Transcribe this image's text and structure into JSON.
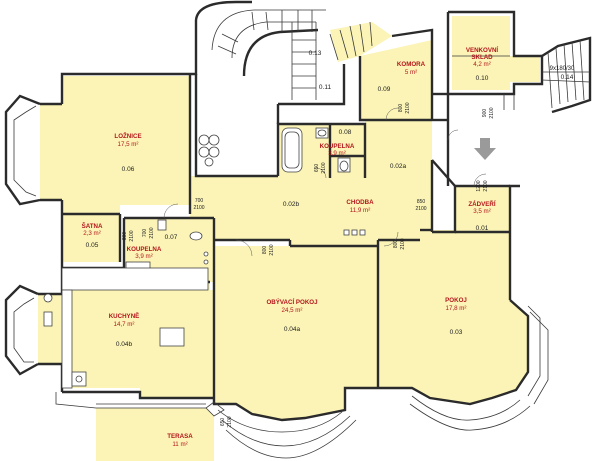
{
  "rooms": {
    "loznice": {
      "name": "LOŽNICE",
      "area": "17,5 m²",
      "code": "0.06"
    },
    "satna": {
      "name": "ŠATNA",
      "area": "2,3 m²",
      "code": "0.05"
    },
    "koupelna_small": {
      "name": "KOUPELNA",
      "area": "3,9 m²",
      "code": "0.07"
    },
    "koupelna_upper": {
      "name": "KOUPELNA",
      "area": "3,9 m²",
      "code": "0.08"
    },
    "komora": {
      "name": "KOMORA",
      "area": "5 m²",
      "code": "0.09"
    },
    "venkovni_sklad": {
      "name": "VENKOVNÍ SKLAD",
      "area": "4,2 m²",
      "code": "0.10"
    },
    "chodba": {
      "name": "CHODBA",
      "area": "11,9 m²",
      "code": "0.02a",
      "code2": "0.02b"
    },
    "zadveri": {
      "name": "ZÁDVEŘÍ",
      "area": "3,5 m²",
      "code": "0.01"
    },
    "kuchyne": {
      "name": "KUCHYNĚ",
      "area": "14,7 m²",
      "code": "0.04b"
    },
    "obyvaci_pokoj": {
      "name": "OBÝVACÍ POKOJ",
      "area": "24,5 m²",
      "code": "0.04a"
    },
    "pokoj": {
      "name": "POKOJ",
      "area": "17,8 m²",
      "code": "0.03"
    },
    "terasa": {
      "name": "TERASA",
      "area": "11 m²"
    }
  },
  "codes": {
    "stair": "0.11",
    "stair_landing": "0.13",
    "entry_steps": "0.14"
  },
  "stair_note": "9x180/30",
  "doors": [
    {
      "w": "900",
      "h": "2100"
    },
    {
      "w": "800",
      "h": "2100"
    },
    {
      "w": "700",
      "h": "2100"
    },
    {
      "w": "650",
      "h": "2100"
    },
    {
      "w": "850",
      "h": "2100"
    },
    {
      "w": "1200",
      "h": "2100"
    },
    {
      "w": "700",
      "h": "2100"
    },
    {
      "w": "800",
      "h": "2100"
    },
    {
      "w": "800",
      "h": "2100"
    },
    {
      "w": "800",
      "h": "2100"
    },
    {
      "w": "650",
      "h": "2100"
    }
  ],
  "colors": {
    "room_fill": "#fbf4b6",
    "label_red": "#b5151b",
    "wall": "#2b2b2b"
  }
}
